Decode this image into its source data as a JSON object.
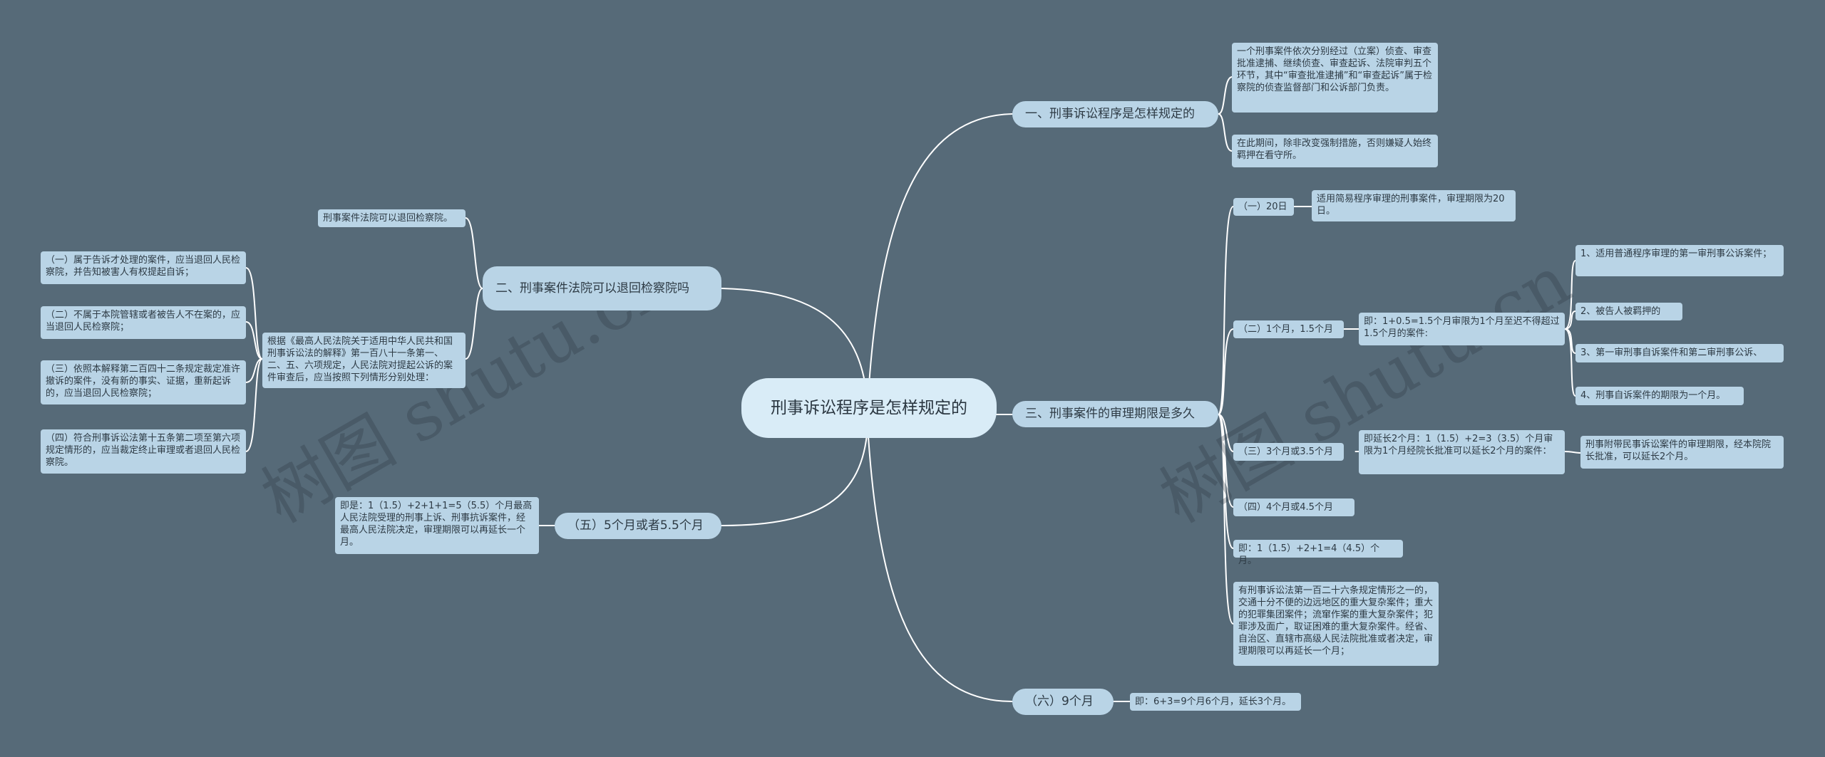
{
  "root": "刑事诉讼程序是怎样规定的",
  "watermark": "树图 shutu.cn",
  "right": {
    "b1": {
      "label": "一、刑事诉讼程序是怎样规定的",
      "leaves": [
        "一个刑事案件依次分别经过（立案）侦查、审查批准逮捕、继续侦查、审查起诉、法院审判五个环节，其中“审查批准逮捕”和“审查起诉”属于检察院的侦查监督部门和公诉部门负责。",
        "在此期间，除非改变强制措施，否则嫌疑人始终羁押在看守所。"
      ]
    },
    "b3": {
      "label": "三、刑事案件的审理期限是多久",
      "c1": {
        "label": "（一）20日",
        "leaf": "适用简易程序审理的刑事案件，审理期限为20日。"
      },
      "c2": {
        "label": "（二）1个月，1.5个月",
        "leaf": "即：1+0.5=1.5个月审限为1个月至迟不得超过1.5个月的案件:",
        "items": [
          "1、适用普通程序审理的第一审刑事公诉案件；",
          "2、被告人被羁押的",
          "3、第一审刑事自诉案件和第二审刑事公诉、",
          "4、刑事自诉案件的期限为一个月。"
        ]
      },
      "c3": {
        "label": "（三）3个月或3.5个月",
        "leaf": "即延长2个月：1（1.5）+2=3（3.5）个月审限为1个月经院长批准可以延长2个月的案件：",
        "item": "刑事附带民事诉讼案件的审理期限，经本院院长批准，可以延长2个月。"
      },
      "c4": {
        "label": "（四）4个月或4.5个月"
      },
      "c5": {
        "label": "即：1（1.5）+2+1=4（4.5）个月。"
      },
      "c6": {
        "label": "有刑事诉讼法第一百二十六条规定情形之一的，交通十分不便的边远地区的重大复杂案件；重大的犯罪集团案件；流窜作案的重大复杂案件；犯罪涉及面广，取证困难的重大复杂案件。经省、自治区、直辖市高级人民法院批准或者决定，审理期限可以再延长一个月；"
      }
    },
    "b6": {
      "label": "（六）9个月",
      "leaf": "即：6+3=9个月6个月，延长3个月。"
    }
  },
  "left": {
    "b2": {
      "label": "二、刑事案件法院可以退回检察院吗",
      "leaf1": "刑事案件法院可以退回检察院。",
      "leaf2": "根据《最高人民法院关于适用中华人民共和国刑事诉讼法的解释》第一百八十一条第一、二、五、六项规定，人民法院对提起公诉的案件审查后，应当按照下列情形分别处理：",
      "items": [
        "（一）属于告诉才处理的案件，应当退回人民检察院，并告知被害人有权提起自诉；",
        "（二）不属于本院管辖或者被告人不在案的，应当退回人民检察院；",
        "（三）依照本解释第二百四十二条规定裁定准许撤诉的案件，没有新的事实、证据，重新起诉的，应当退回人民检察院；",
        "（四）符合刑事诉讼法第十五条第二项至第六项规定情形的，应当裁定终止审理或者退回人民检察院。"
      ]
    },
    "b5": {
      "label": "（五）5个月或者5.5个月",
      "leaf": "即是：1（1.5）+2+1+1=5（5.5）个月最高人民法院受理的刑事上诉、刑事抗诉案件，经最高人民法院决定，审理期限可以再延长一个月。"
    }
  }
}
